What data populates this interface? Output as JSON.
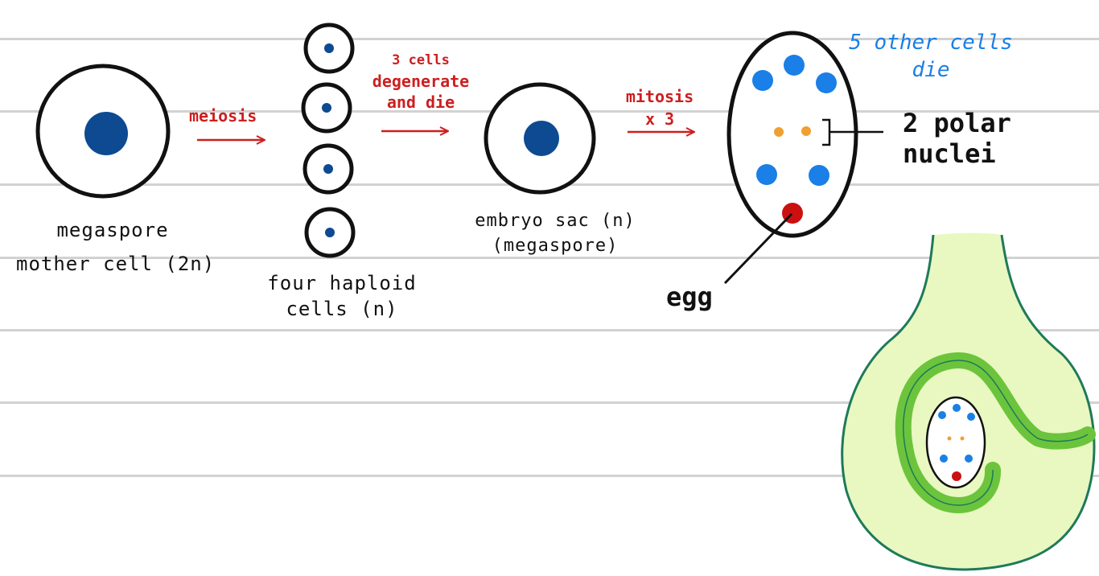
{
  "labels": {
    "megaspore_mother_line1": "megaspore",
    "megaspore_mother_line2": "mother cell (2n)",
    "meiosis": "meiosis",
    "four_haploid_line1": "four haploid",
    "four_haploid_line2": "cells (n)",
    "degenerate_line1": "3 cells",
    "degenerate_line2": "degenerate",
    "degenerate_line3": "and die",
    "embryo_sac_line1": "embryo sac (n)",
    "embryo_sac_line2": "(megaspore)",
    "mitosis_line1": "mitosis",
    "mitosis_line2": "x 3",
    "other_cells_line1": "5 other cells",
    "other_cells_line2": "die",
    "polar_line1": "2 polar",
    "polar_line2": "nuclei",
    "egg": "egg"
  },
  "colors": {
    "nucleus_dark": "#0d4a91",
    "nucleus_blue": "#1a7fe6",
    "polar_orange": "#f0a030",
    "egg_red": "#cc1010",
    "arrow_red": "#cc1f1f",
    "ovule_fill": "#e8f8c0",
    "ovule_outline": "#1e7a5a",
    "integument_green": "#6cc43c",
    "ruled_line": "#d2d2d2"
  }
}
